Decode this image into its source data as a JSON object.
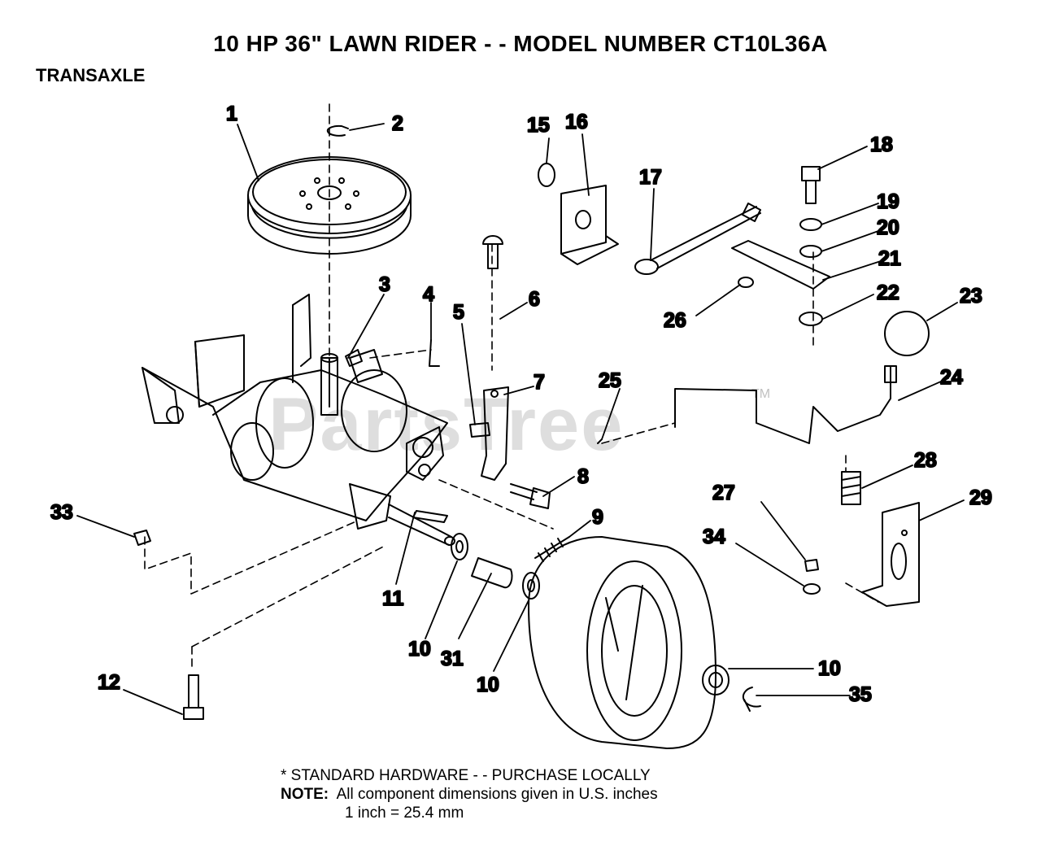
{
  "title": "10 HP 36\" LAWN RIDER - - MODEL NUMBER CT10L36A",
  "section": "TRANSAXLE",
  "watermark": "PartsTree",
  "trademark": "TM",
  "notes": {
    "standard_hardware": "* STANDARD HARDWARE - - PURCHASE LOCALLY",
    "note_label": "NOTE:",
    "note_text": "All component dimensions given in U.S. inches",
    "conversion": "1 inch = 25.4 mm"
  },
  "callouts": [
    "1",
    "2",
    "3",
    "4",
    "5",
    "6",
    "7",
    "8",
    "9",
    "10",
    "11",
    "12",
    "15",
    "16",
    "17",
    "18",
    "19",
    "20",
    "21",
    "22",
    "23",
    "24",
    "25",
    "26",
    "27",
    "28",
    "29",
    "31",
    "33",
    "34",
    "35"
  ]
}
